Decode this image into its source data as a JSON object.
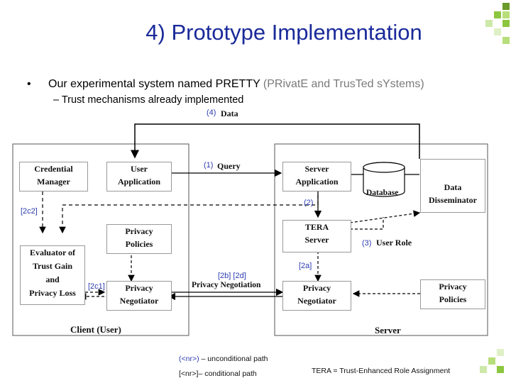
{
  "title": "4) Prototype Implementation",
  "bullets": {
    "marker": "•",
    "main": "Our experimental system named PRETTY ",
    "main_gray": "(PRivatE and TrusTed sYstems)",
    "sub": "– Trust mechanisms already implemented"
  },
  "diagram": {
    "client_label": "Client (User)",
    "server_label": "Server",
    "boxes": {
      "credential_manager": [
        "Credential",
        "Manager"
      ],
      "user_application": [
        "User",
        "Application"
      ],
      "privacy_policies_client": [
        "Privacy",
        "Policies"
      ],
      "evaluator": [
        "Evaluator of",
        "Trust Gain",
        "and",
        "Privacy Loss"
      ],
      "privacy_negotiator_client": [
        "Privacy",
        "Negotiator"
      ],
      "server_application": [
        "Server",
        "Application"
      ],
      "database": "Database",
      "data_disseminator": [
        "Data",
        "Disseminator"
      ],
      "tera_server": [
        "TERA",
        "Server"
      ],
      "privacy_negotiator_server": [
        "Privacy",
        "Negotiator"
      ],
      "privacy_policies_server": [
        "Privacy",
        "Policies"
      ]
    },
    "edges": {
      "data_num": "(4)",
      "data_text": "Data",
      "query_num": "(1)",
      "query_text": "Query",
      "db_num": "(2)",
      "user_role_num": "(3)",
      "user_role_text": "User Role",
      "c2": "[2c2]",
      "c1": "[2c1]",
      "a": "[2a]",
      "bd": "[2b] [2d]",
      "privacy_negotiation": "Privacy Negotiation"
    }
  },
  "legend": {
    "unconditional_sym": "(<nr>)",
    "unconditional_text": " – unconditional path",
    "conditional_sym": "[<nr>]",
    "conditional_text": "– conditional path",
    "tera": "TERA = Trust-Enhanced Role Assignment"
  },
  "colors": {
    "title": "#1a2a9a",
    "label_blue": "#2b3bb0",
    "deco_green": "#8dc63f"
  }
}
